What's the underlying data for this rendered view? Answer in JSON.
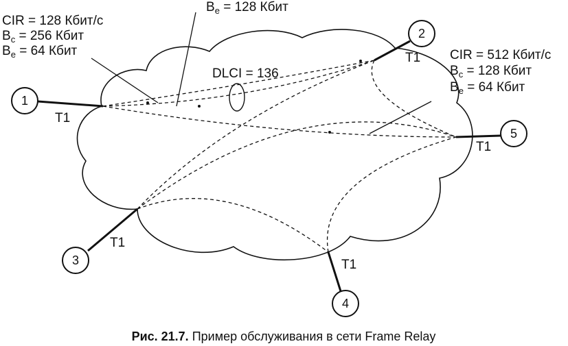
{
  "nodes": [
    {
      "id": "1",
      "label": "1"
    },
    {
      "id": "2",
      "label": "2"
    },
    {
      "id": "3",
      "label": "3"
    },
    {
      "id": "4",
      "label": "4"
    },
    {
      "id": "5",
      "label": "5"
    }
  ],
  "links": {
    "t1_node1": "T1",
    "t1_node2": "T1",
    "t1_node3": "T1",
    "t1_node4": "T1",
    "t1_node5": "T1"
  },
  "annotations": {
    "left": {
      "cir": "CIR = 128 Кбит/с",
      "bc_prefix": "B",
      "bc_sub": "c",
      "bc_value": " = 256 Кбит",
      "be_prefix": "B",
      "be_sub": "e",
      "be_value": " = 64 Кбит"
    },
    "top": {
      "be_prefix": "B",
      "be_sub": "e",
      "be_value": " = 128 Кбит"
    },
    "right": {
      "cir": "CIR = 512 Кбит/с",
      "bc_prefix": "B",
      "bc_sub": "c",
      "bc_value": " = 128 Кбит",
      "be_prefix": "B",
      "be_sub": "e",
      "be_value": " = 64 Кбит"
    },
    "dlci": "DLCI = 136"
  },
  "caption": {
    "prefix": "Рис. 21.7.",
    "text": " Пример обслуживания в сети Frame Relay"
  }
}
